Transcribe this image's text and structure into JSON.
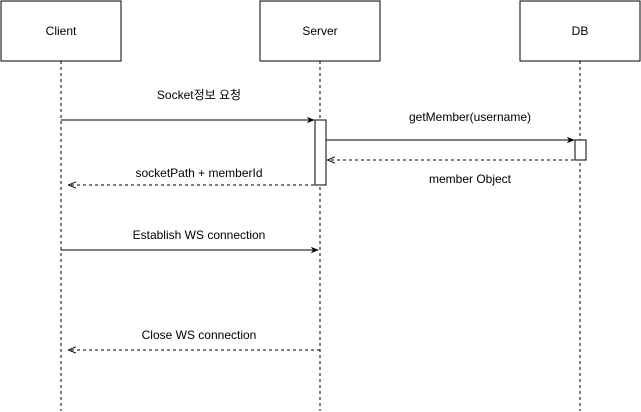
{
  "participants": [
    {
      "id": "client",
      "name": "Client"
    },
    {
      "id": "server",
      "name": "Server"
    },
    {
      "id": "db",
      "name": "DB"
    }
  ],
  "messages": [
    {
      "id": "m1",
      "from": "client",
      "to": "server",
      "label": "Socket정보 요청",
      "style": "solid"
    },
    {
      "id": "m2",
      "from": "server",
      "to": "db",
      "label": "getMember(username)",
      "style": "solid"
    },
    {
      "id": "m3",
      "from": "db",
      "to": "server",
      "label": "member Object",
      "style": "dashed"
    },
    {
      "id": "m4",
      "from": "server",
      "to": "client",
      "label": "socketPath + memberId",
      "style": "dashed"
    },
    {
      "id": "m5",
      "from": "client",
      "to": "server",
      "label": "Establish WS connection",
      "style": "solid"
    },
    {
      "id": "m6",
      "from": "server",
      "to": "client",
      "label": "Close WS connection",
      "style": "dashed"
    }
  ],
  "colors": {
    "line": "#000000",
    "background": "#ffffff"
  }
}
